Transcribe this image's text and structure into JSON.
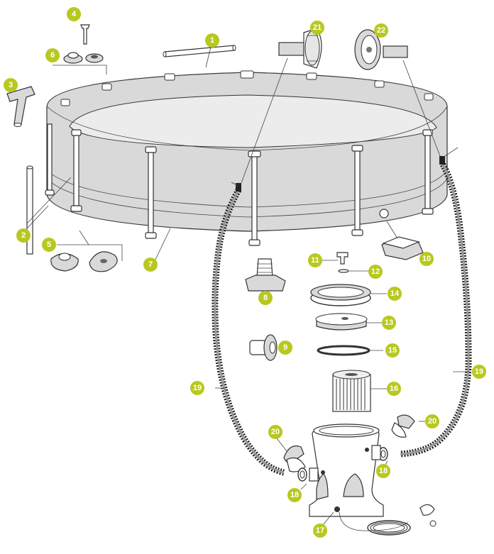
{
  "callouts": {
    "c1": "1",
    "c2": "2",
    "c3": "3",
    "c4": "4",
    "c5": "5",
    "c6": "6",
    "c7": "7",
    "c8": "8",
    "c9": "9",
    "c10": "10",
    "c11": "11",
    "c12": "12",
    "c13": "13",
    "c14": "14",
    "c15": "15",
    "c16": "16",
    "c17": "17",
    "c18a": "18",
    "c18b": "18",
    "c19a": "19",
    "c19b": "19",
    "c20a": "20",
    "c20b": "20",
    "c21": "21",
    "c22": "22"
  },
  "colors": {
    "callout_fill": "#b9c820",
    "callout_text": "#ffffff",
    "line_art": "#333333",
    "wall_shade": "#d9d9d9"
  }
}
